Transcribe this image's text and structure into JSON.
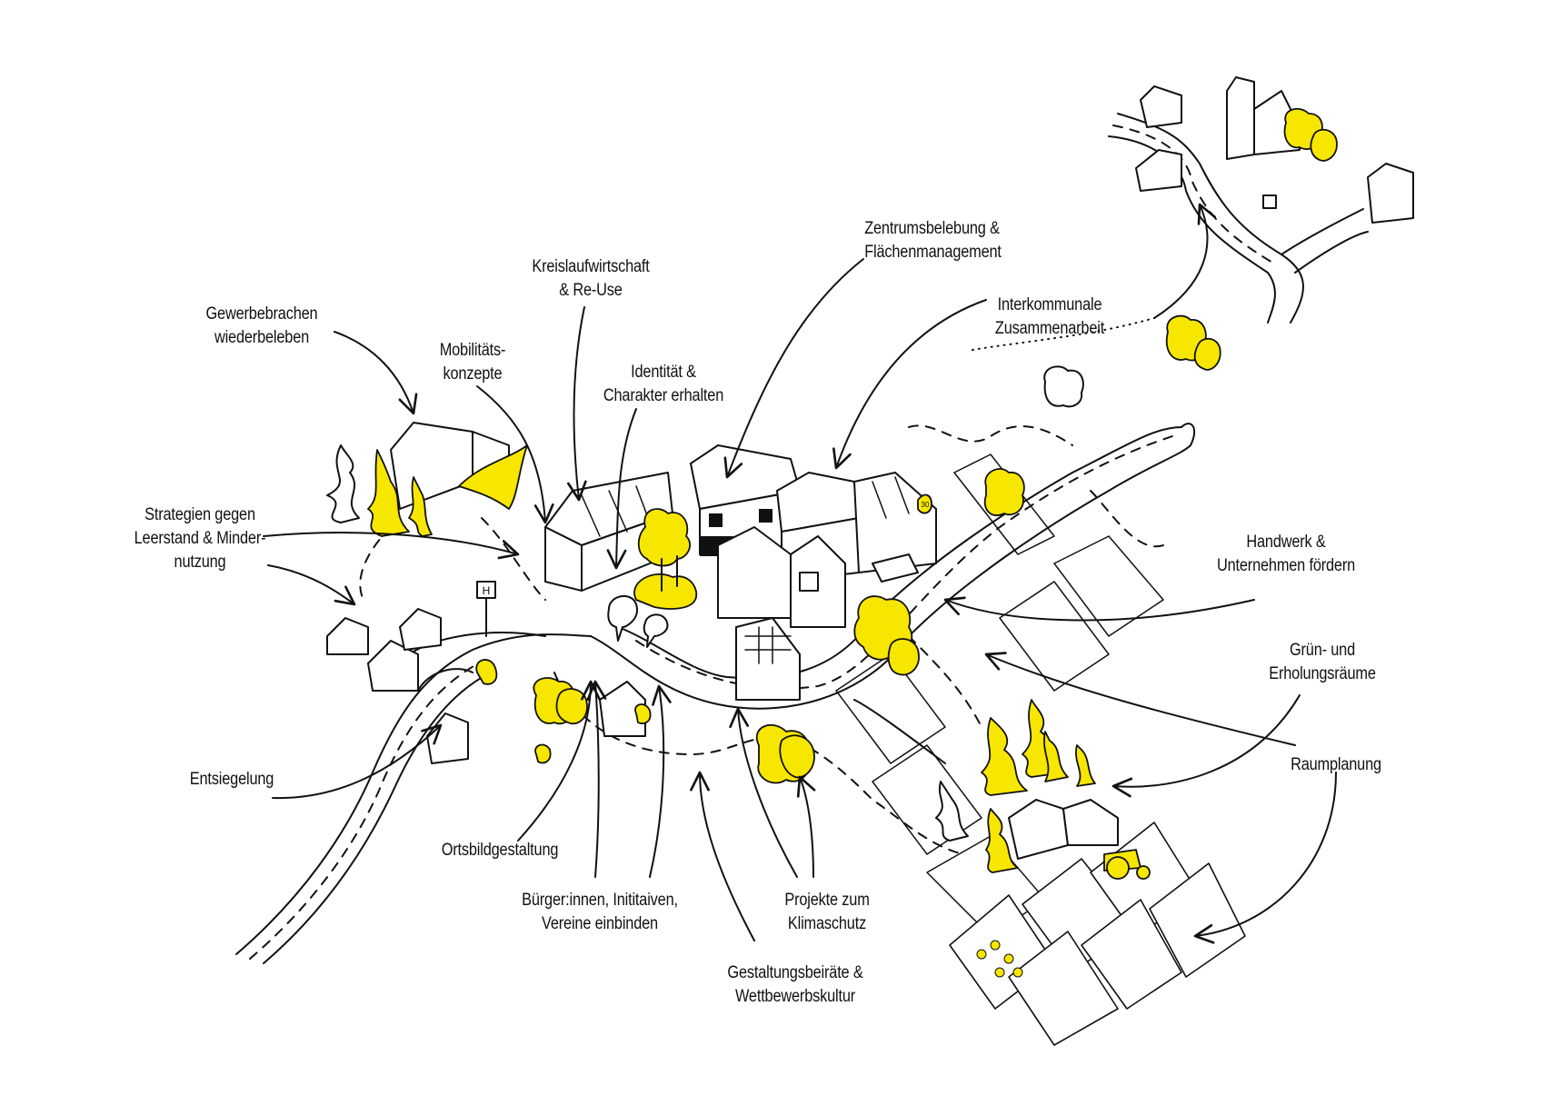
{
  "diagram": {
    "type": "illustrated-village-map",
    "accent_color": "#f7e600",
    "line_color": "#111111",
    "background": "#ffffff",
    "labels": [
      {
        "id": "gewerbebrachen",
        "lines": [
          "Gewerbebrachen",
          "wiederbeleben"
        ]
      },
      {
        "id": "mobilitaet",
        "lines": [
          "Mobilitäts-",
          "konzepte"
        ]
      },
      {
        "id": "kreislauf",
        "lines": [
          "Kreislaufwirtschaft",
          "& Re-Use"
        ]
      },
      {
        "id": "identitaet",
        "lines": [
          "Identität &",
          "Charakter erhalten"
        ]
      },
      {
        "id": "zentrum",
        "lines": [
          "Zentrumsbelebung &",
          "Flächenmanagement"
        ]
      },
      {
        "id": "interkommunal",
        "lines": [
          "Interkommunale",
          "Zusammenarbeit"
        ]
      },
      {
        "id": "leerstand",
        "lines": [
          "Strategien gegen",
          "Leerstand & Minder-",
          "nutzung"
        ]
      },
      {
        "id": "handwerk",
        "lines": [
          "Handwerk &",
          "Unternehmen fördern"
        ]
      },
      {
        "id": "gruen",
        "lines": [
          "Grün- und",
          "Erholungsräume"
        ]
      },
      {
        "id": "raumplanung",
        "lines": [
          "Raumplanung"
        ]
      },
      {
        "id": "entsiegelung",
        "lines": [
          "Entsiegelung"
        ]
      },
      {
        "id": "ortsbild",
        "lines": [
          "Ortsbildgestaltung"
        ]
      },
      {
        "id": "buerger",
        "lines": [
          "Bürger:innen, Inititaiven,",
          "Vereine einbinden"
        ]
      },
      {
        "id": "klimaschutz",
        "lines": [
          "Projekte zum",
          "Klimaschutz"
        ]
      },
      {
        "id": "gestaltung",
        "lines": [
          "Gestaltungsbeiräte &",
          "Wettbewerbskultur"
        ]
      }
    ],
    "signs": {
      "bus_stop": "H",
      "speed_limit": "30"
    },
    "icons": [
      "church-icon",
      "house-icon",
      "tree-icon",
      "fir-tree-icon",
      "deer-icon",
      "sheep-icon",
      "tractor-icon",
      "bicycle-icon",
      "car-icon",
      "bus-stop-icon",
      "speech-bubble-icon",
      "solar-panel-icon",
      "sun-sail-icon",
      "field-icon"
    ]
  }
}
